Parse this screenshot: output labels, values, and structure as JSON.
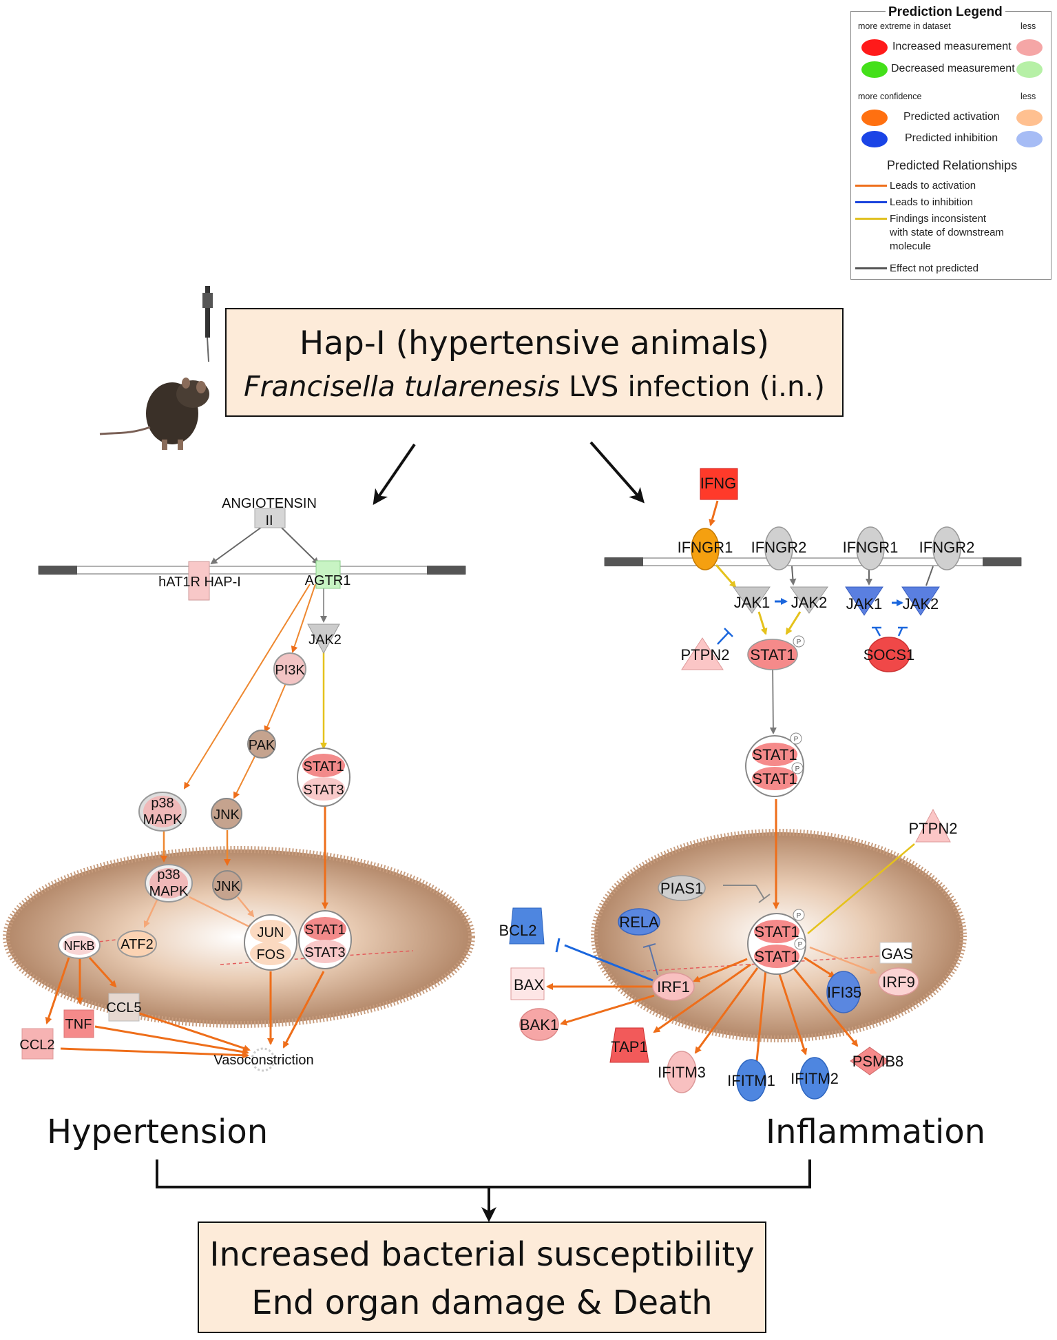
{
  "legend": {
    "title": "Prediction Legend",
    "more_extreme": "more extreme in dataset",
    "less1": "less",
    "increased": "Increased measurement",
    "decreased": "Decreased measurement",
    "more_confidence": "more confidence",
    "less2": "less",
    "activation": "Predicted activation",
    "inhibition": "Predicted inhibition",
    "relationships_title": "Predicted Relationships",
    "leads_activation": "Leads to activation",
    "leads_inhibition": "Leads to inhibition",
    "inconsistent_l1": "Findings inconsistent",
    "inconsistent_l2": "with state of downstream",
    "inconsistent_l3": "molecule",
    "not_predicted": "Effect not predicted",
    "colors": {
      "increased_strong": "#ff1a1a",
      "increased_weak": "#f5a6a6",
      "decreased_strong": "#44e01a",
      "decreased_weak": "#b6f0a6",
      "activation_strong": "#ff7010",
      "activation_weak": "#ffc090",
      "inhibition_strong": "#1a44e6",
      "inhibition_weak": "#a6bcf5",
      "line_activation": "#ee6e1a",
      "line_inhibition": "#1a44dd",
      "line_inconsistent": "#e0c020",
      "line_not_predicted": "#555555"
    }
  },
  "header": {
    "line1": "Hap-I (hypertensive animals)",
    "line2_italic": "Francisella tularenesis",
    "line2_rest": " LVS infection (i.n.)"
  },
  "left_pathway": {
    "angiotensin_l1": "ANGIOTENSIN",
    "angiotensin_l2": "II",
    "hat1r": "hAT1R HAP-I",
    "agtr1": "AGTR1",
    "jak2": "JAK2",
    "pi3k": "PI3K",
    "pak": "PAK",
    "stat1": "STAT1",
    "stat3": "STAT3",
    "p38_l1": "p38",
    "p38_l2": "MAPK",
    "jnk": "JNK",
    "p38n_l1": "p38",
    "p38n_l2": "MAPK",
    "jnkn": "JNK",
    "jun": "JUN",
    "fos": "FOS",
    "stat1n": "STAT1",
    "stat3n": "STAT3",
    "nfkb": "NFkB",
    "atf2": "ATF2",
    "ccl5": "CCL5",
    "tnf": "TNF",
    "ccl2": "CCL2",
    "vasoconstriction": "Vasoconstriction"
  },
  "right_pathway": {
    "ifng": "IFNG",
    "ifngr1a": "IFNGR1",
    "ifngr2a": "IFNGR2",
    "ifngr1b": "IFNGR1",
    "ifngr2b": "IFNGR2",
    "jak1a": "JAK1",
    "jak2a": "JAK2",
    "jak1b": "JAK1",
    "jak2b": "JAK2",
    "ptpn2a": "PTPN2",
    "stat1a": "STAT1",
    "socs1": "SOCS1",
    "stat1d_top": "STAT1",
    "stat1d_bot": "STAT1",
    "ptpn2b": "PTPN2",
    "pias1": "PIAS1",
    "rela": "RELA",
    "bcl2": "BCL2",
    "stat1n_top": "STAT1",
    "stat1n_bot": "STAT1",
    "gas": "GAS",
    "irf9": "IRF9",
    "irf1": "IRF1",
    "ifi35": "IFI35",
    "bax": "BAX",
    "bak1": "BAK1",
    "tap1": "TAP1",
    "ifitm3": "IFITM3",
    "ifitm1": "IFITM1",
    "ifitm2": "IFITM2",
    "psmb8": "PSMB8",
    "p_label": "P"
  },
  "labels": {
    "hypertension": "Hypertension",
    "inflammation": "Inflammation"
  },
  "footer": {
    "line1": "Increased bacterial susceptibility",
    "line2": "End organ damage & Death"
  }
}
